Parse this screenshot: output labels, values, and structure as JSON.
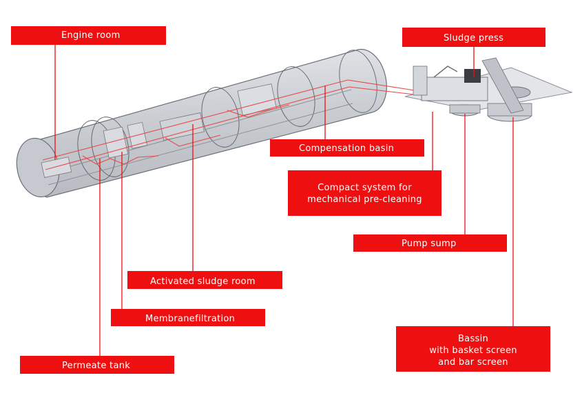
{
  "labels": {
    "engine_room": "Engine room",
    "sludge_press": "Sludge press",
    "compensation_basin": "Compensation basin",
    "compact_system_line1": "Compact system for",
    "compact_system_line2": "mechanical pre-cleaning",
    "pump_sump": "Pump sump",
    "activated_sludge_room": "Activated sludge room",
    "membranefiltration": "Membranefiltration",
    "permeate_tank": "Permeate tank",
    "bassin_line1": "Bassin",
    "bassin_line2": "with basket screen",
    "bassin_line3": "and bar screen"
  },
  "colors": {
    "accent": "#ee1010",
    "tunnel_fill": "#c9ccd2",
    "tunnel_stroke": "#6b6f78",
    "pipe": "#e84a4a"
  }
}
